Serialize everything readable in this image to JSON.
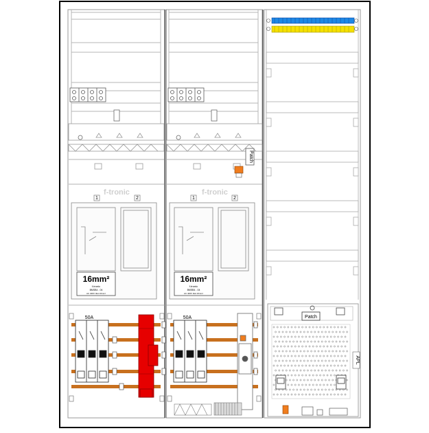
{
  "labels": {
    "brand_left": "f-tronic",
    "brand_right": "f-tronic",
    "slot_1": "1",
    "slot_2": "2",
    "size_left": "16mm²",
    "size_right": "16mm²",
    "amp_left": "50A",
    "amp_right": "50A",
    "patch_vertical": "Patch",
    "patch_apl": "Patch",
    "apl": "APL",
    "plate_brand": "f-tronic",
    "plate_model": "BMSB4 - 04",
    "plate_spec": "AC 400V   4kA   16mm²"
  },
  "colors": {
    "frame": "#000000",
    "rail": "#c5c5c5",
    "busbar": "#c8701e",
    "surge": "#e60000",
    "terminal_blue": "#1e88e5",
    "terminal_yellow": "#f5e000",
    "connector_orange": "#f07d1e"
  },
  "icons": {
    "breaker": "breaker-icon",
    "terminal": "terminal-block-icon",
    "surge": "surge-protector-icon",
    "connector": "orange-connector-icon"
  }
}
